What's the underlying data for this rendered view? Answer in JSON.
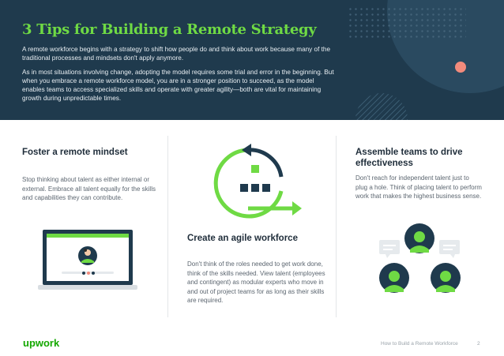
{
  "hero": {
    "title": "3 Tips for Building a Remote Strategy",
    "paragraph1": "A remote workforce begins with a strategy to shift how people do and think about work because many of the traditional processes and mindsets don't apply anymore.",
    "paragraph2": "As in most situations involving change, adopting the model requires some trial and error in the beginning. But when you embrace a remote workforce model, you are in a stronger position to succeed, as the model enables teams to access specialized skills and operate with greater agility—both are vital for maintaining growth during unpredictable times."
  },
  "tips": [
    {
      "title": "Foster a remote mindset",
      "text": "Stop thinking about talent as either internal or external. Embrace all talent equally for the skills and capabilities they can contribute."
    },
    {
      "title": "Create an agile workforce",
      "text": "Don't think of the roles needed to get work done, think of the skills needed. View talent (employees and contingent) as modular experts who move in and out of project teams for as long as their skills are required."
    },
    {
      "title": "Assemble teams to drive effectiveness",
      "text": "Don't reach for independent talent just to plug a hole. Think of placing talent to perform work that makes the highest business sense."
    }
  ],
  "icons": {
    "laptop": "laptop-video-call-icon",
    "cycle": "agile-cycle-icon",
    "team": "team-chat-icon"
  },
  "colors": {
    "hero_bg": "#1f3a4d",
    "accent_green": "#6fda44",
    "brand_green": "#14a800",
    "coral": "#f28b7c"
  },
  "footer": {
    "logo": "upwork",
    "doc_title": "How to Build a Remote Workforce",
    "page": "2"
  }
}
